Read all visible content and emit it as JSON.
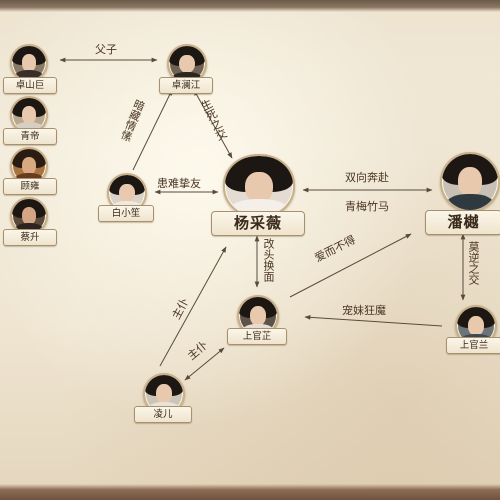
{
  "characters": {
    "zhuo_shanju": "卓山巨",
    "qing_di": "青帝",
    "gu_xiong": "顾雍",
    "cai_sheng": "蔡升",
    "zhuo_lanjiang": "卓澜江",
    "bai_xiaosheng": "白小笙",
    "yang_caiwei": "杨采薇",
    "pan_yue": "潘樾",
    "shangguan_zhi": "上官芷",
    "shangguan_lan": "上官兰",
    "ling_er": "凌儿"
  },
  "relations": {
    "father_son": "父子",
    "dark_affection": "暗藏情愫",
    "life_death": "生死之交",
    "hardship_friend": "患难挚友",
    "mutual_love": "双向奔赴",
    "childhood": "青梅竹马",
    "changed_face": "改头换面",
    "love_unattained": "爱而不得",
    "moni": "莫逆之交",
    "doting_sister": "宠妹狂魔",
    "master_servant_1": "主仆",
    "master_servant_2": "主仆"
  },
  "colors": {
    "plate_border": "#a9906c",
    "avatar_ring": "#c9b089",
    "line": "#5a4a3c",
    "text": "#3b2a1c"
  }
}
